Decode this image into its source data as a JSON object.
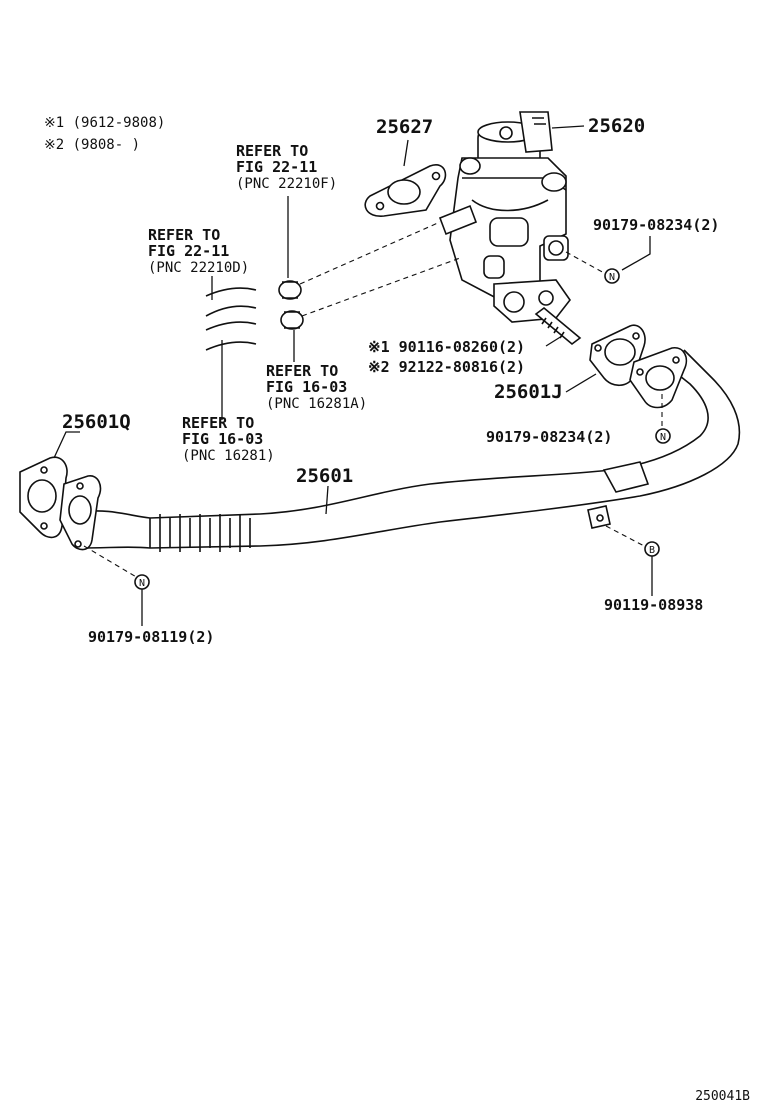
{
  "notes": {
    "note1": "※1 (9612-9808)",
    "note2": "※2 (9808-      )"
  },
  "parts": {
    "p25627": "25627",
    "p25620": "25620",
    "p25601Q": "25601Q",
    "p25601": "25601",
    "p25601J": "25601J",
    "b90179_08234_top": "90179-08234(2)",
    "b90179_08234_mid": "90179-08234(2)",
    "b90179_08119": "90179-08119(2)",
    "b90119_08938": "90119-08938",
    "b90116_08260": "※1 90116-08260(2)",
    "b92122_80816": "※2 92122-80816(2)"
  },
  "refs": {
    "ref1": [
      "REFER TO",
      "FIG 22-11",
      "(PNC 22210F)"
    ],
    "ref2": [
      "REFER TO",
      "FIG 22-11",
      "(PNC 22210D)"
    ],
    "ref3": [
      "REFER TO",
      "FIG 16-03",
      "(PNC 16281A)"
    ],
    "ref4": [
      "REFER TO",
      "FIG 16-03",
      "(PNC 16281)"
    ]
  },
  "markers": {
    "n": "N",
    "b": "B"
  },
  "figure_id": "250041B"
}
